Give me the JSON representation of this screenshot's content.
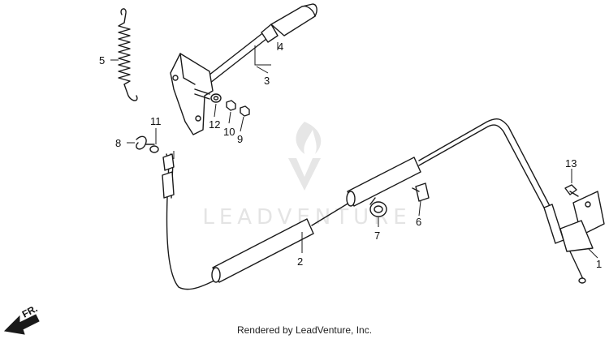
{
  "diagram": {
    "callouts": {
      "p1": "1",
      "p2": "2",
      "p3": "3",
      "p4": "4",
      "p5": "5",
      "p6": "6",
      "p7": "7",
      "p8": "8",
      "p9": "9",
      "p10": "10",
      "p11": "11",
      "p12": "12",
      "p13": "13"
    },
    "direction_label": "FR.",
    "watermark": "LEADVENTURE"
  },
  "footer": {
    "text": "Rendered by LeadVenture, Inc."
  }
}
